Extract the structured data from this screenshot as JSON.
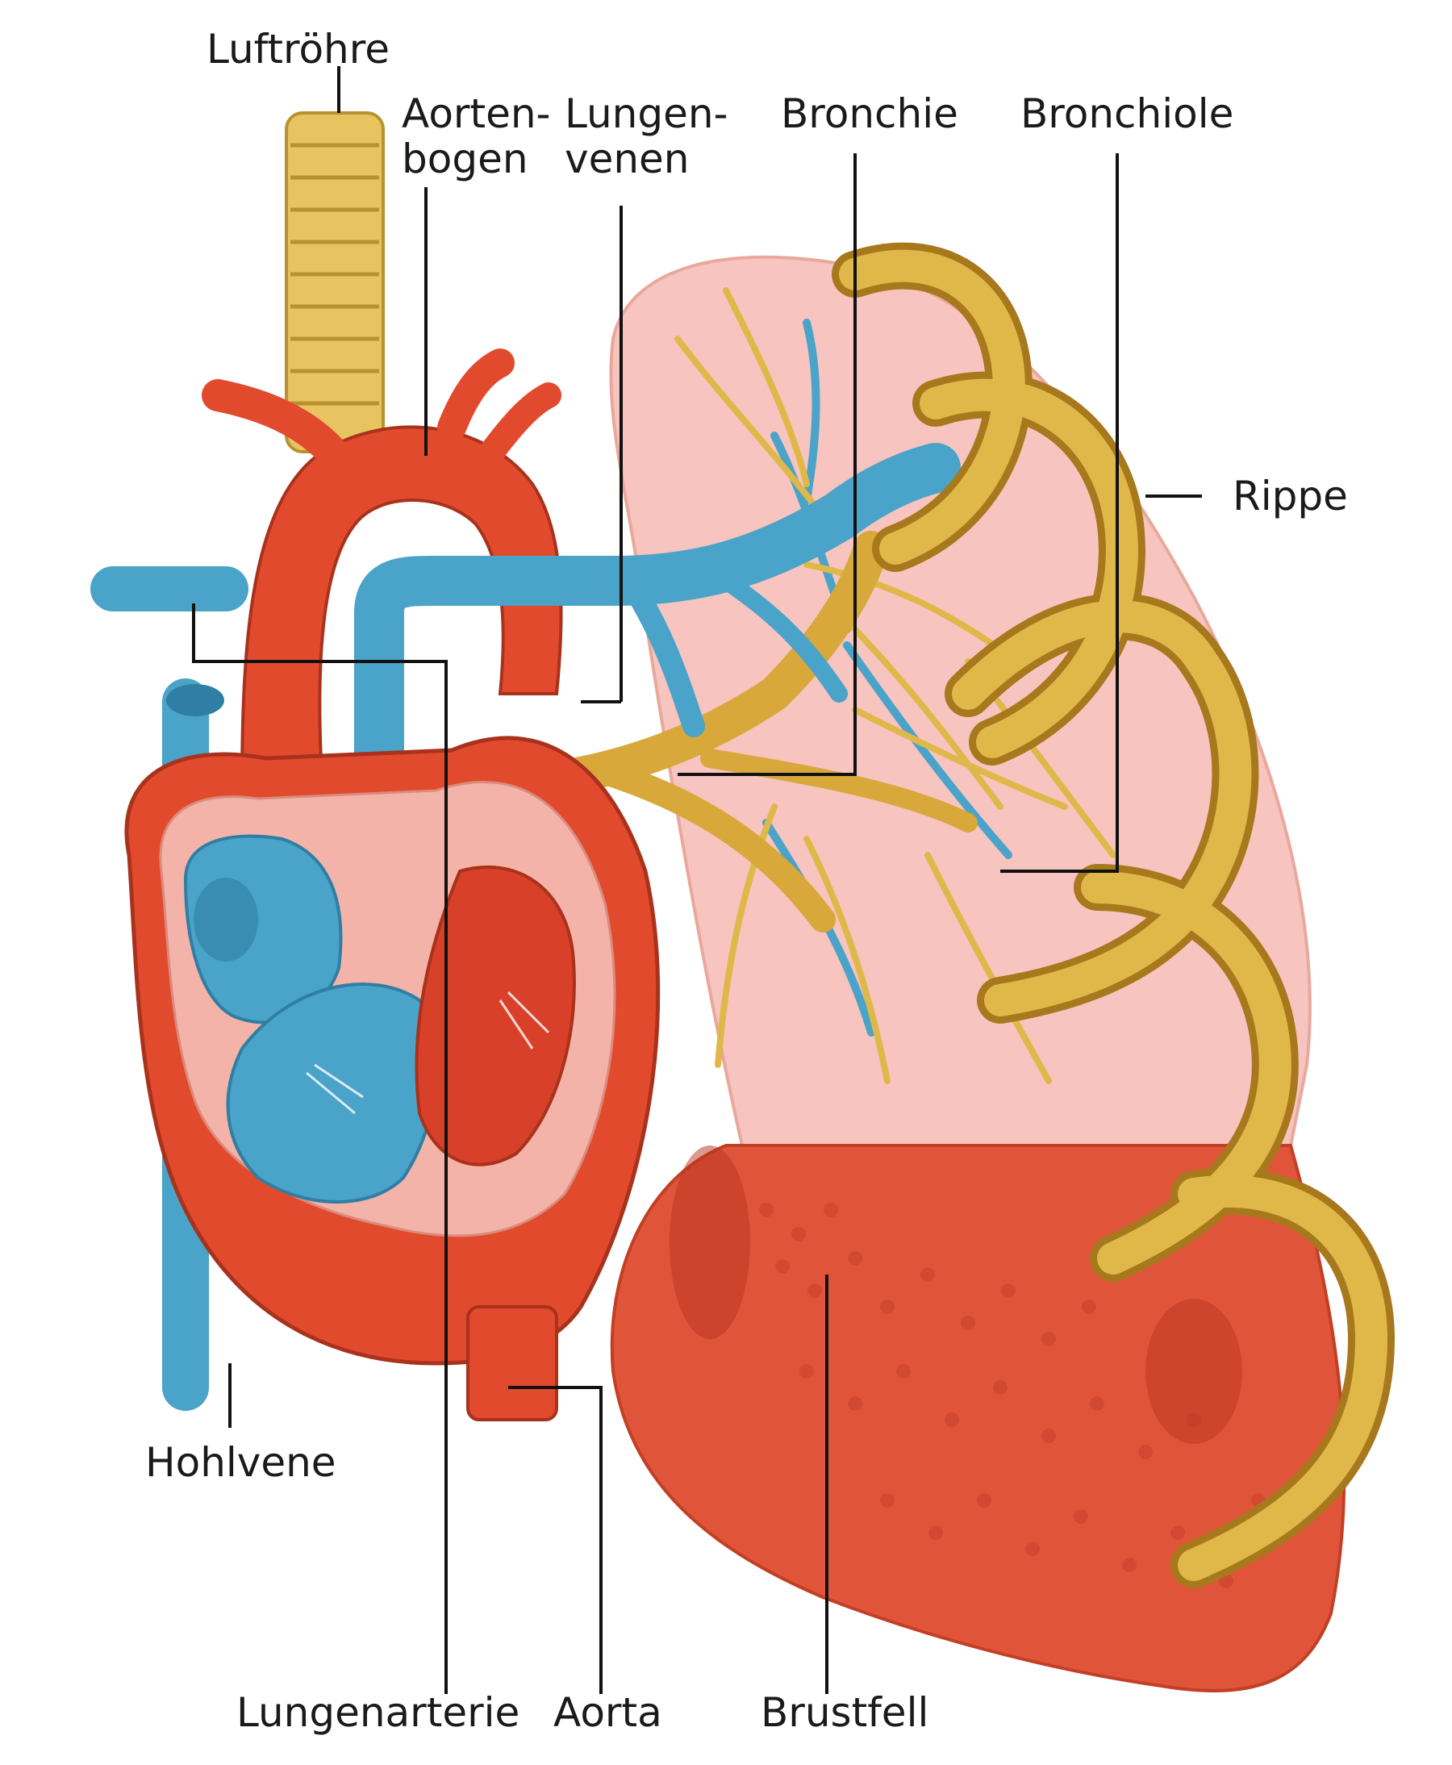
{
  "labels": {
    "luftroehre": "Luftröhre",
    "aortenbogen_1": "Aorten-",
    "aortenbogen_2": "bogen",
    "lungenvenen_1": "Lungen-",
    "lungenvenen_2": "venen",
    "bronchie": "Bronchie",
    "bronchiole": "Bronchiole",
    "rippe": "Rippe",
    "hohlvene": "Hohlvene",
    "lungenarterie": "Lungenarterie",
    "aorta": "Aorta",
    "brustfell": "Brustfell"
  },
  "colors": {
    "heart_red": "#e24a2e",
    "heart_dark": "#c8381f",
    "heart_pink": "#f4b3a8",
    "vein_blue": "#4aa3c8",
    "vein_dark": "#2f7ea3",
    "trachea_gold": "#e8c460",
    "rib_gold": "#c99a2e",
    "lung_pink": "#f7c4c0",
    "lung_red": "#e0553a"
  }
}
